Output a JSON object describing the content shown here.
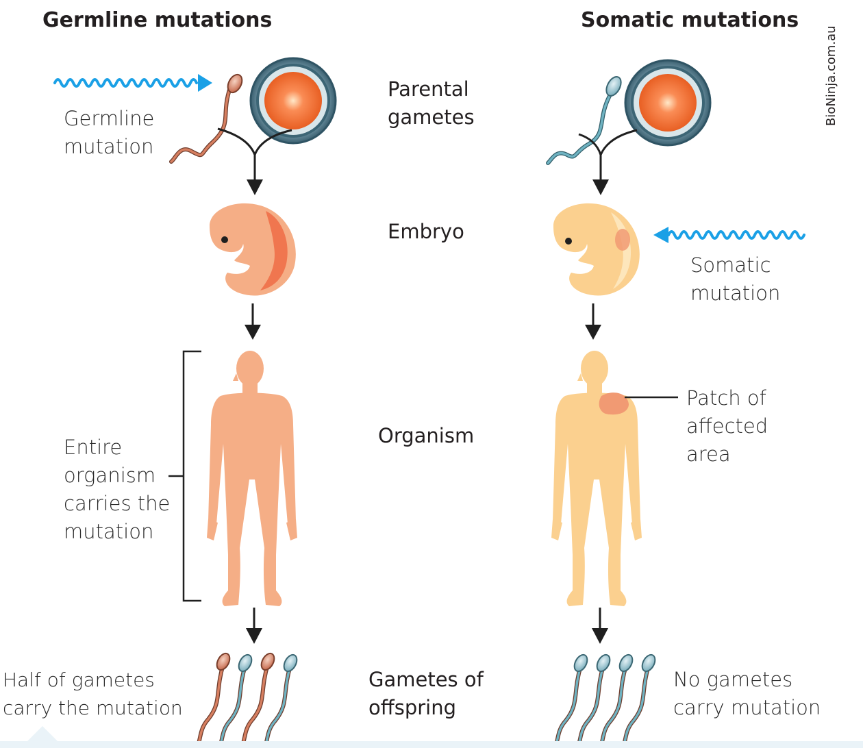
{
  "headings": {
    "germline": "Germline mutations",
    "somatic": "Somatic mutations"
  },
  "credit": "BioNinja.com.au",
  "stages": {
    "parental": [
      "Parental",
      "gametes"
    ],
    "embryo": "Embryo",
    "organism": "Organism",
    "offspring": [
      "Gametes of",
      "offspring"
    ]
  },
  "annotations": {
    "germline_mutation": [
      "Germline",
      "mutation"
    ],
    "somatic_mutation": [
      "Somatic",
      "mutation"
    ],
    "entire_organism": [
      "Entire",
      "organism",
      "carries the",
      "mutation"
    ],
    "patch": [
      "Patch of",
      "affected",
      "area"
    ],
    "half_gametes": [
      "Half of gametes",
      "carry the mutation"
    ],
    "no_gametes": [
      "No gametes",
      "carry mutation"
    ]
  },
  "colors": {
    "radiation": "#1aa0e6",
    "germline_tissue": "#f5ae86",
    "somatic_tissue": "#fbd08f",
    "mutated_patch": "#f19a73",
    "sperm_mutated": "#d77f60",
    "sperm_normal": "#6fb3c2",
    "egg_ring": "#4f7889",
    "egg_core": "#f26a2e",
    "arrow": "#1f1f1f"
  }
}
